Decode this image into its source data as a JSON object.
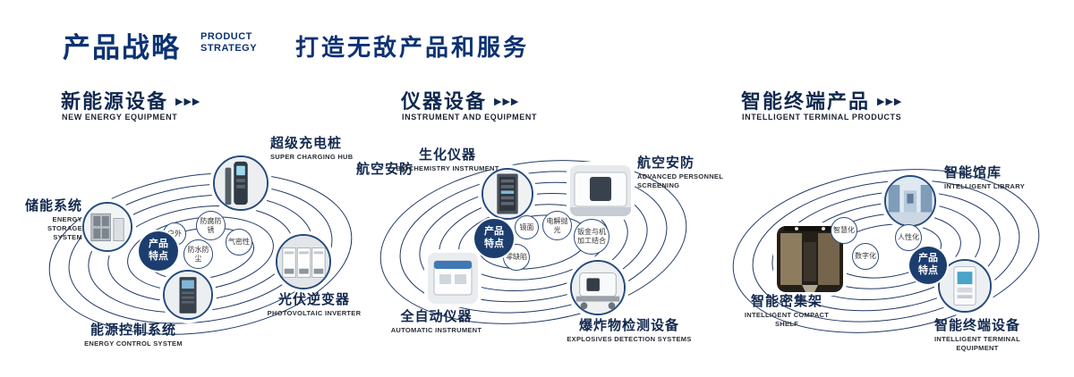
{
  "header": {
    "title_cn": "产品战略",
    "title_en": [
      "PRODUCT",
      "STRATEGY"
    ],
    "slogan": "打造无敌产品和服务"
  },
  "icons": {
    "chevrons": "▶▶▶"
  },
  "colors": {
    "primary": "#0c3273",
    "navy": "#1c3e6f"
  },
  "sections": [
    {
      "title_cn": "新能源设备",
      "title_en": "NEW ENERGY EQUIPMENT",
      "badge": "产品特点",
      "features": [
        "户外",
        "防腐防锈",
        "气密性",
        "防水防尘"
      ],
      "products": [
        {
          "cn": "储能系统",
          "en": "ENERGY STORAGE SYSTEM"
        },
        {
          "cn": "超级充电桩",
          "en": "SUPER CHARGING HUB"
        },
        {
          "cn": "光伏逆变器",
          "en": "PHOTOVOLTAIC INVERTER"
        },
        {
          "cn": "能源控制系统",
          "en": "ENERGY CONTROL SYSTEM"
        }
      ]
    },
    {
      "title_cn": "仪器设备",
      "title_en": "INSTRUMENT AND EQUIPMENT",
      "badge": "产品特点",
      "extra_label": "航空安防",
      "features": [
        "镜面",
        "电解抛光",
        "钣金与机加工结合",
        "零缺陷"
      ],
      "products": [
        {
          "cn": "生化仪器",
          "en": "BIOCHEMISTRY INSTRUMENT"
        },
        {
          "cn": "航空安防",
          "en": "ADVANCED PERSONNEL SCREENING"
        },
        {
          "cn": "全自动仪器",
          "en": "AUTOMATIC INSTRUMENT"
        },
        {
          "cn": "爆炸物检测设备",
          "en": "EXPLOSIVES DETECTION SYSTEMS"
        }
      ]
    },
    {
      "title_cn": "智能终端产品",
      "title_en": "INTELLIGENT TERMINAL PRODUCTS",
      "badge": "产品特点",
      "features": [
        "智慧化",
        "人性化",
        "数字化"
      ],
      "products": [
        {
          "cn": "智能馆库",
          "en": "INTELLIGENT LIBRARY"
        },
        {
          "cn": "智能密集架",
          "en": "INTELLIGENT COMPACT SHELF"
        },
        {
          "cn": "智能终端设备",
          "en": "INTELLIGENT TERMINAL EQUIPMENT"
        }
      ]
    }
  ]
}
